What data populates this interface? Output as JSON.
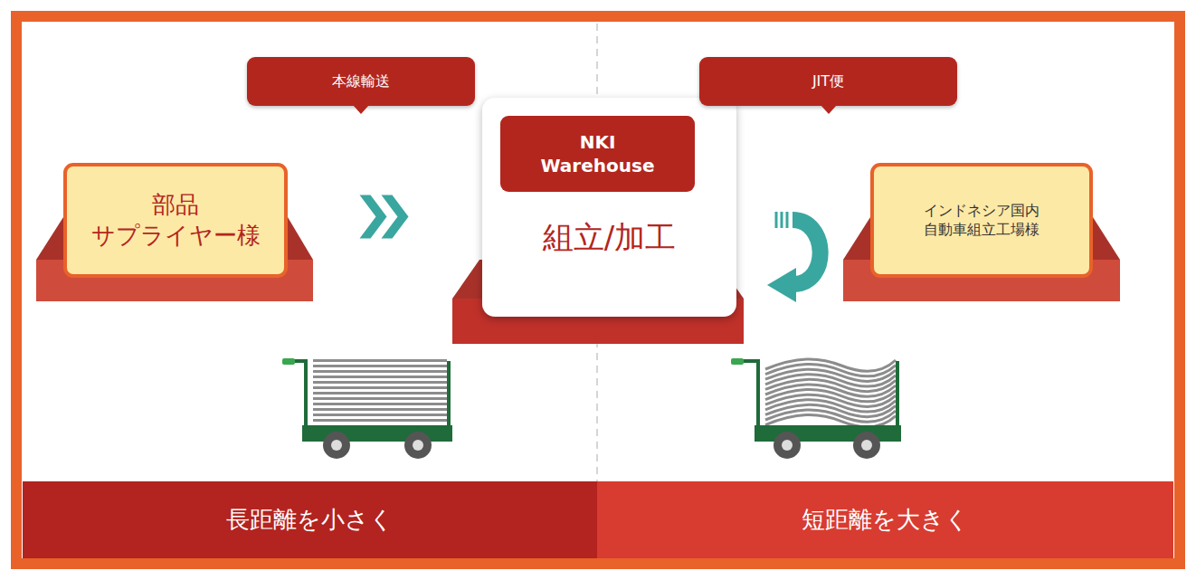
{
  "diagram": {
    "nodes": [
      {
        "text": [
          "部品 サプライヤー様"
        ]
      },
      {
        "text": [
          "本線輸送"
        ]
      },
      {
        "text": [
          "組立/加工"
        ]
      },
      {
        "text": [
          "NKI Warehouse"
        ],
        "in": 2
      },
      {
        "text": [
          "JIT便"
        ]
      },
      {
        "text": [
          "インドネシア国内 自動車組立工場様"
        ]
      },
      {
        "text": [
          "長距離を小さく"
        ]
      },
      {
        "text": [
          "短距離を大きく"
        ]
      }
    ],
    "edges": [
      {
        "from": 0,
        "to": 2,
        "arrow": "to"
      }
    ]
  }
}
